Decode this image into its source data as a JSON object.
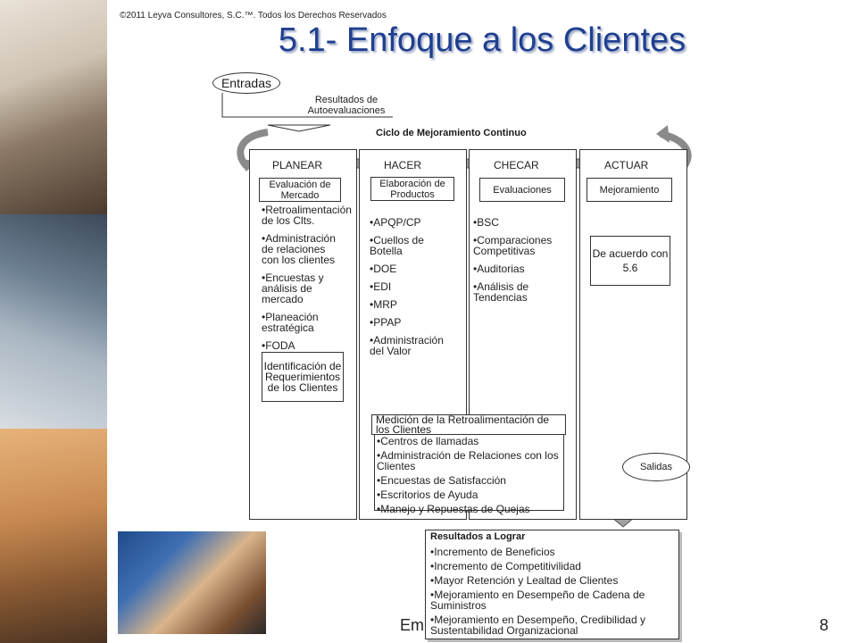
{
  "copyright": "©2011 Leyva Consultores, S.C.™. Todos los Derechos Reservados",
  "title": "5.1- Enfoque a los Clientes",
  "entradas": "Entradas",
  "resultados_auto": "Resultados de Autoevaluaciones",
  "ciclo": "Ciclo de Mejoramiento Continuo",
  "columns": [
    {
      "head": "PLANEAR",
      "box": "Evaluación de Mercado",
      "items": [
        "Retroalimentación de los Clts.",
        "Administración de relaciones con los clientes",
        "Encuestas y análisis de mercado",
        "Planeación estratégica",
        "FODA"
      ],
      "bottom": "Identificación de Requerimientos de los Clientes"
    },
    {
      "head": "HACER",
      "box": "Elaboración de Productos",
      "items": [
        "APQP/CP",
        "Cuellos de Botella",
        "DOE",
        "EDI",
        "MRP",
        "PPAP",
        "Administración del Valor"
      ]
    },
    {
      "head": "CHECAR",
      "box": "Evaluaciones",
      "items": [
        "BSC",
        "Comparaciones Competitivas",
        "Auditorias",
        "Análisis de Tendencias"
      ]
    },
    {
      "head": "ACTUAR",
      "box": "Mejoramiento",
      "note": "De acuerdo con 5.6"
    }
  ],
  "medicion": {
    "title": "Medición de la Retroalimentación de los Clientes",
    "items": [
      "Centros de llamadas",
      "Administración de Relaciones con los Clientes",
      "Encuestas de Satisfacción",
      "Escritorios de Ayuda",
      "Manejo y Repuestas de Quejas"
    ]
  },
  "salidas": "Salidas",
  "resultados": {
    "title": "Resultados a Lograr",
    "items": [
      "Incremento de Beneficios",
      "Incremento de Competitivilidad",
      "Mayor Retención y Lealtad de Clientes",
      "Mejoramiento en Desempeño de Cadena de Suministros",
      "Mejoramiento en Desempeño, Credibilidad y Sustentabilidad Organizacional"
    ]
  },
  "footer_em": "Em",
  "page_number": "8"
}
